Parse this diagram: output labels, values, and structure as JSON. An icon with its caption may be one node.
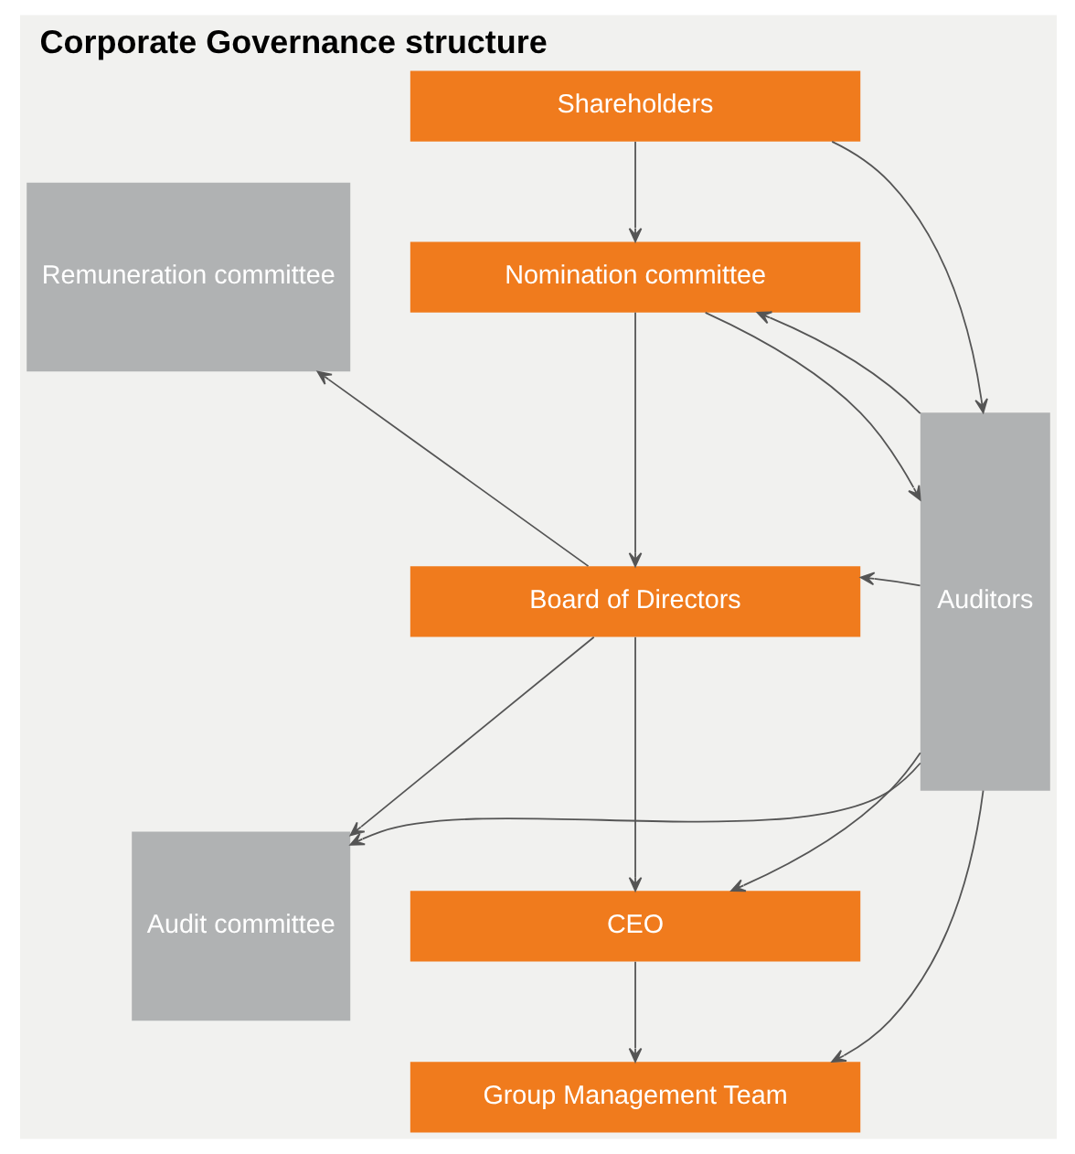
{
  "diagram": {
    "title": "Corporate Governance structure",
    "nodes": [
      {
        "text": [
          "Remuneration committee"
        ]
      },
      {
        "text": [
          "Shareholders"
        ]
      },
      {
        "text": [
          "Nomination committee"
        ]
      },
      {
        "text": [
          "Board of Directors"
        ]
      },
      {
        "text": [
          "Audit committee"
        ]
      },
      {
        "text": [
          "CEO"
        ]
      },
      {
        "text": [
          "Group Management Team"
        ]
      },
      {
        "text": [
          "Auditors"
        ]
      }
    ],
    "edges": [
      {
        "from": 1,
        "to": 7,
        "arrow": "to"
      },
      {
        "from": 1,
        "to": 2,
        "arrow": "to"
      },
      {
        "from": 2,
        "to": 7,
        "arrow": "to"
      },
      {
        "from": 7,
        "to": 2,
        "arrow": "to"
      },
      {
        "from": 2,
        "to": 3,
        "arrow": "to"
      },
      {
        "from": 3,
        "to": 0,
        "arrow": "to"
      },
      {
        "from": 3,
        "to": 4,
        "arrow": "to"
      },
      {
        "from": 7,
        "to": 3,
        "arrow": "to"
      },
      {
        "from": 7,
        "to": 4,
        "arrow": "to"
      },
      {
        "from": 3,
        "to": 5,
        "arrow": "to"
      },
      {
        "from": 7,
        "to": 5,
        "arrow": "to"
      },
      {
        "from": 5,
        "to": 6,
        "arrow": "to"
      },
      {
        "from": 7,
        "to": 6,
        "arrow": "to"
      }
    ]
  }
}
